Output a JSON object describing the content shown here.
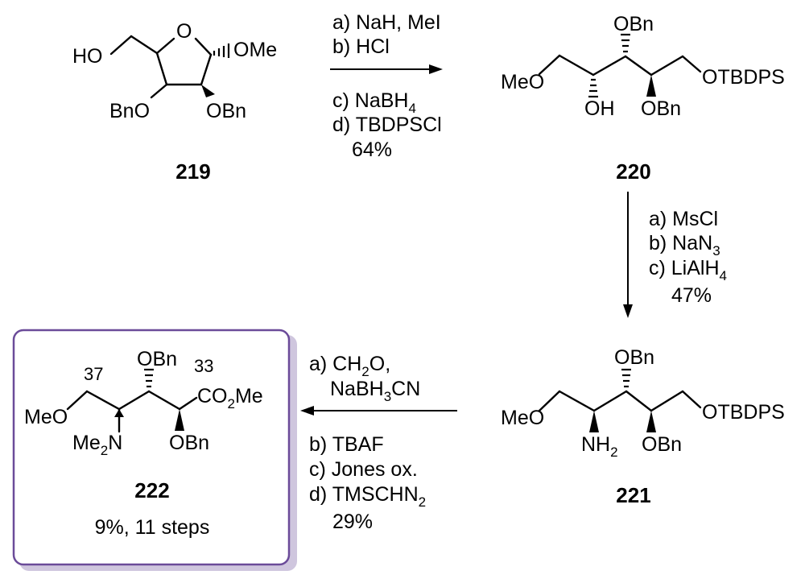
{
  "compounds": [
    {
      "id": "219",
      "label": "219",
      "atoms": {
        "ho": "HO",
        "ring_o": "O",
        "ome": "OMe",
        "obn_left": "BnO",
        "obn_right": "OBn"
      }
    },
    {
      "id": "220",
      "label": "220",
      "atoms": {
        "meo": "MeO",
        "obn_top": "OBn",
        "oh": "OH",
        "obn_bottom": "OBn",
        "otbdps": "OTBDPS"
      }
    },
    {
      "id": "221",
      "label": "221",
      "atoms": {
        "meo": "MeO",
        "obn_top": "OBn",
        "nh2": "NH",
        "nh2_sub": "2",
        "obn_bottom": "OBn",
        "otbdps": "OTBDPS"
      }
    },
    {
      "id": "222",
      "label": "222",
      "atoms": {
        "meo": "MeO",
        "obn_top": "OBn",
        "nme2": "Me",
        "nme2_sub": "2",
        "nme2_n": "N",
        "obn_bottom": "OBn",
        "co2me_a": "CO",
        "co2me_sub": "2",
        "co2me_b": "Me"
      },
      "position_labels": [
        "37",
        "33"
      ],
      "summary": "9%, 11 steps",
      "highlight_color": "#6b4b99"
    }
  ],
  "steps": [
    {
      "from": "219",
      "to": "220",
      "conditions": [
        {
          "text": "a) NaH, MeI"
        },
        {
          "text": "b) HCl"
        },
        {
          "text": "c) NaBH",
          "sub": "4"
        },
        {
          "text": "d) TBDPSCl"
        }
      ],
      "yield": "64%"
    },
    {
      "from": "220",
      "to": "221",
      "conditions": [
        {
          "text": "a) MsCl"
        },
        {
          "text": "b) NaN",
          "sub": "3"
        },
        {
          "text": "c) LiAlH",
          "sub": "4"
        }
      ],
      "yield": "47%"
    },
    {
      "from": "221",
      "to": "222",
      "conditions": [
        {
          "text": "a) CH",
          "sub": "2",
          "text2": "O,"
        },
        {
          "text": "NaBH",
          "sub": "3",
          "text2": "CN"
        },
        {
          "text": "b) TBAF"
        },
        {
          "text": "c) Jones ox."
        },
        {
          "text": "d) TMSCHN",
          "sub": "2"
        }
      ],
      "yield": "29%"
    }
  ]
}
